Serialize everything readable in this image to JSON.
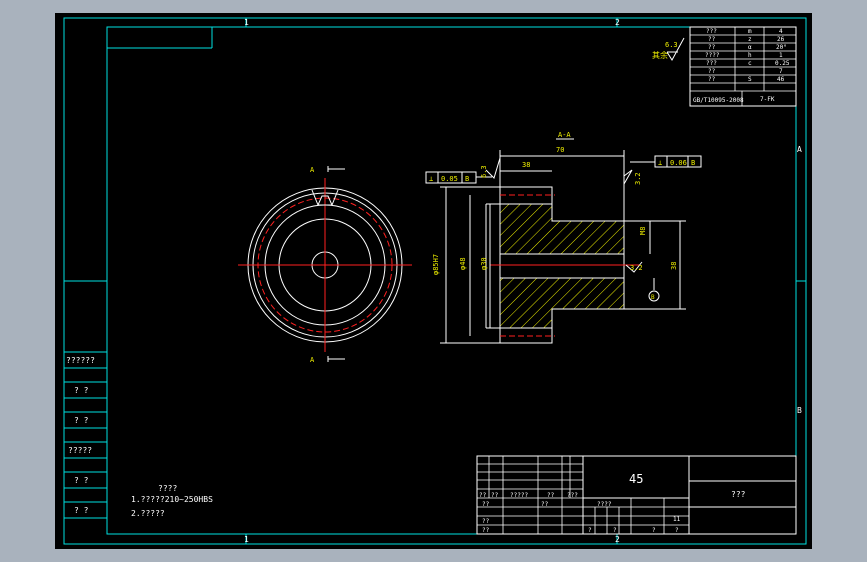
{
  "drawing": {
    "section_label": "A-A",
    "view_marker_top": "A",
    "view_marker_bottom": "A",
    "zone_top_left": "1",
    "zone_top_right": "2",
    "zone_bottom_left": "1",
    "zone_bottom_right": "2",
    "zone_right_top": "A",
    "zone_right_bottom": "B"
  },
  "dimensions": {
    "top_length": "70",
    "hub_length": "38",
    "tolerance_left": "0.05",
    "tolerance_right": "0.06",
    "flatness_mark_left": "⊥",
    "ref_left": "B",
    "ref_right": "B",
    "dia_outer": "φ85H7",
    "dia_pitch": "φ48",
    "dia_bore": "φ30",
    "dia_hub": "38",
    "rough_left": "6.3",
    "rough_right": "3.2",
    "rough_bottom": "3.2",
    "hub_note": "M8"
  },
  "params_table": {
    "rows": [
      [
        "???",
        "m",
        "4"
      ],
      [
        "??",
        "z",
        "26"
      ],
      [
        "??",
        "α",
        "20°"
      ],
      [
        "????",
        "h",
        "1"
      ],
      [
        "???",
        "c",
        "0.25"
      ],
      [
        "??",
        "",
        "7"
      ],
      [
        "??",
        "S",
        "46"
      ]
    ],
    "footer_left": "GB/T10095-2008",
    "footer_right": "7-FK"
  },
  "roughness_general": {
    "label": "其余",
    "value": "6.3"
  },
  "notes": {
    "title": "????",
    "line1": "1.?????210~250HBS",
    "line2": "2.?????"
  },
  "left_strip": [
    "??????",
    "? ?",
    "? ?",
    "?????",
    "? ?",
    "? ?"
  ],
  "title_block": {
    "material": "45",
    "name": "???",
    "scale_label": "????",
    "sheet_label": "11",
    "row_labels": [
      "??",
      "??",
      "?????",
      "??",
      "???"
    ],
    "bottom_labels": [
      "??",
      "??",
      "??"
    ],
    "mid_labels": [
      "?",
      "?",
      "?",
      "?"
    ]
  }
}
